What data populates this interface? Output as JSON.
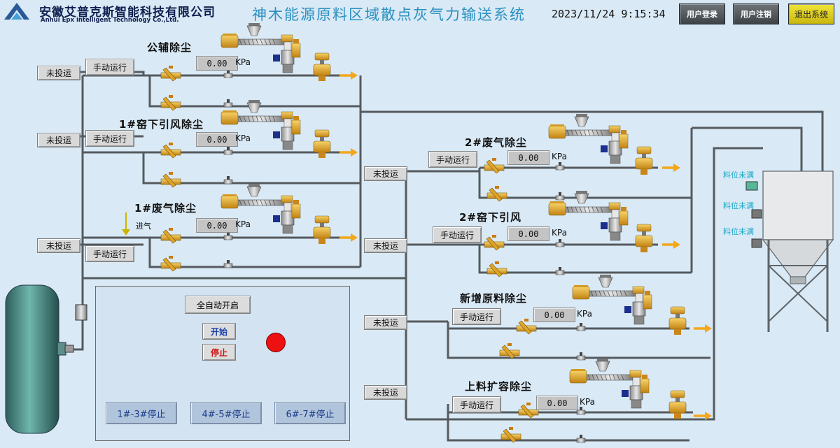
{
  "header": {
    "company_cn": "安徽艾普克斯智能科技有限公司",
    "company_en": "Anhui Epx intelligent Technology Co.,Ltd.",
    "title": "神木能源原料区域散点灰气力输送系统",
    "datetime": "2023/11/24  9:15:34",
    "login_label": "用户登录",
    "logout_label": "用户注销",
    "exit_label": "退出系统"
  },
  "colors": {
    "background": "#d9e9f5",
    "pipe": "#555a5e",
    "valve": "#e2a524",
    "arrow": "#f2a71c",
    "lamp": "#ee1111"
  },
  "groups": {
    "g1": {
      "status": "未投运"
    },
    "g2": {
      "status": "未投运"
    },
    "g3": {
      "status": "未投运"
    },
    "g4": {
      "status": "未投运"
    },
    "g5": {
      "status": "未投运"
    },
    "g6": {
      "status": "未投运"
    },
    "g7": {
      "status": "未投运"
    }
  },
  "lines": [
    {
      "name": "公辅除尘",
      "mode": "手动运行",
      "pressure": "0.00",
      "unit": "KPa"
    },
    {
      "name": "1#窑下引风除尘",
      "mode": "手动运行",
      "pressure": "0.00",
      "unit": "KPa"
    },
    {
      "name": "1#废气除尘",
      "mode": "手动运行",
      "pressure": "0.00",
      "unit": "KPa",
      "inlet": "进气"
    },
    {
      "name": "2#废气除尘",
      "mode": "手动运行",
      "pressure": "0.00",
      "unit": "KPa"
    },
    {
      "name": "2#窑下引风",
      "mode": "手动运行",
      "pressure": "0.00",
      "unit": "KPa"
    },
    {
      "name": "新增原料除尘",
      "mode": "手动运行",
      "pressure": "0.00",
      "unit": "KPa"
    },
    {
      "name": "上料扩容除尘",
      "mode": "手动运行",
      "pressure": "0.00",
      "unit": "KPa"
    }
  ],
  "control": {
    "auto_start": "全自动开启",
    "start": "开始",
    "stop": "停止",
    "stop_1_3": "1#-3#停止",
    "stop_4_5": "4#-5#停止",
    "stop_6_7": "6#-7#停止"
  },
  "silo": {
    "level_labels": [
      "料位未满",
      "料位未满",
      "料位未满"
    ]
  }
}
